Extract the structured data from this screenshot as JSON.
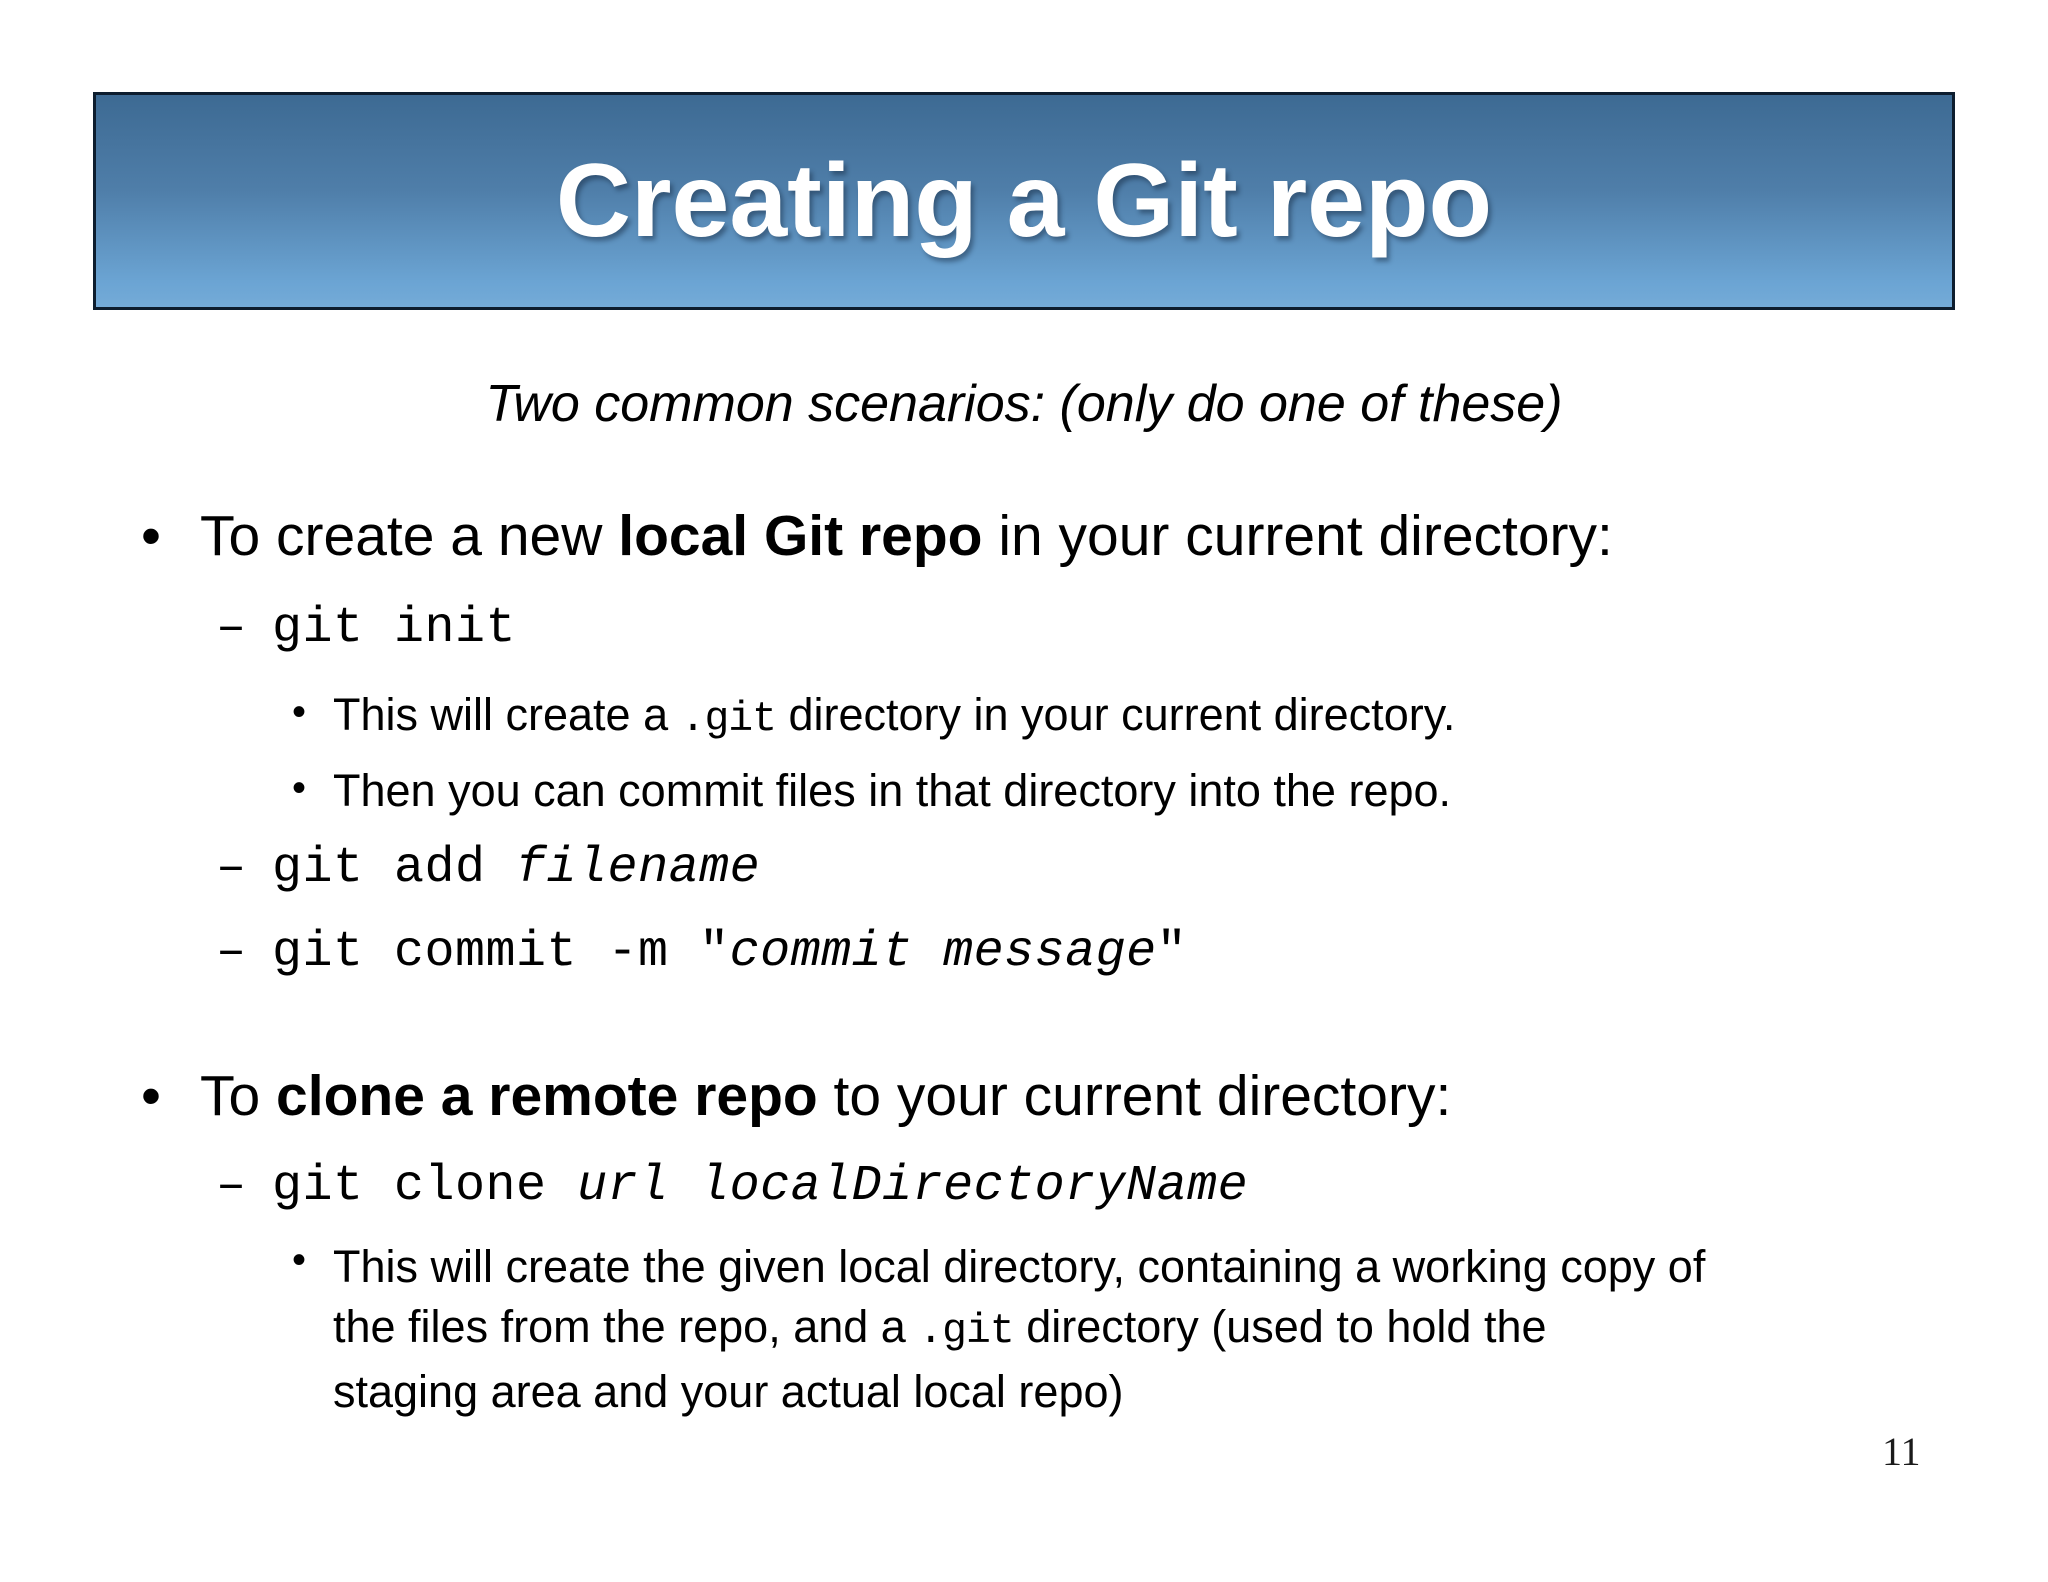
{
  "slide": {
    "title": "Creating a Git repo",
    "subtitle": "Two common scenarios: (only do one of these)",
    "page_number": "11",
    "colors": {
      "banner_gradient_top": "#3d6a93",
      "banner_gradient_bottom": "#6ba4d3",
      "banner_border": "#0d1d2e",
      "title_text": "#ffffff",
      "body_text": "#000000"
    },
    "markers": {
      "level1_bullet": "•",
      "level2_dash": "–",
      "level3_bullet": "•"
    }
  },
  "section_local": {
    "heading_pre": "To create a new ",
    "heading_bold": "local Git repo",
    "heading_post": " in your current directory:",
    "cmd_init": "git init",
    "note1_pre": "This will create a ",
    "note1_code": ".git",
    "note1_post": " directory in your current directory.",
    "note2": "Then you can commit files in that directory into the repo.",
    "cmd_add_pre": "git add ",
    "cmd_add_arg": "filename",
    "cmd_commit_pre": "git commit -m \"",
    "cmd_commit_arg": "commit message",
    "cmd_commit_post": "\""
  },
  "section_clone": {
    "heading_pre": "To ",
    "heading_bold": "clone a remote repo",
    "heading_post": " to your current directory:",
    "cmd_clone_pre": "git clone ",
    "cmd_clone_arg": "url localDirectoryName",
    "note_line1": "This will create the given local directory, containing a working copy of",
    "note_line2_pre": "the files from the repo, and a ",
    "note_line2_code": ".git",
    "note_line2_post": " directory (used to hold the",
    "note_line3": "staging area and your actual local repo)"
  }
}
